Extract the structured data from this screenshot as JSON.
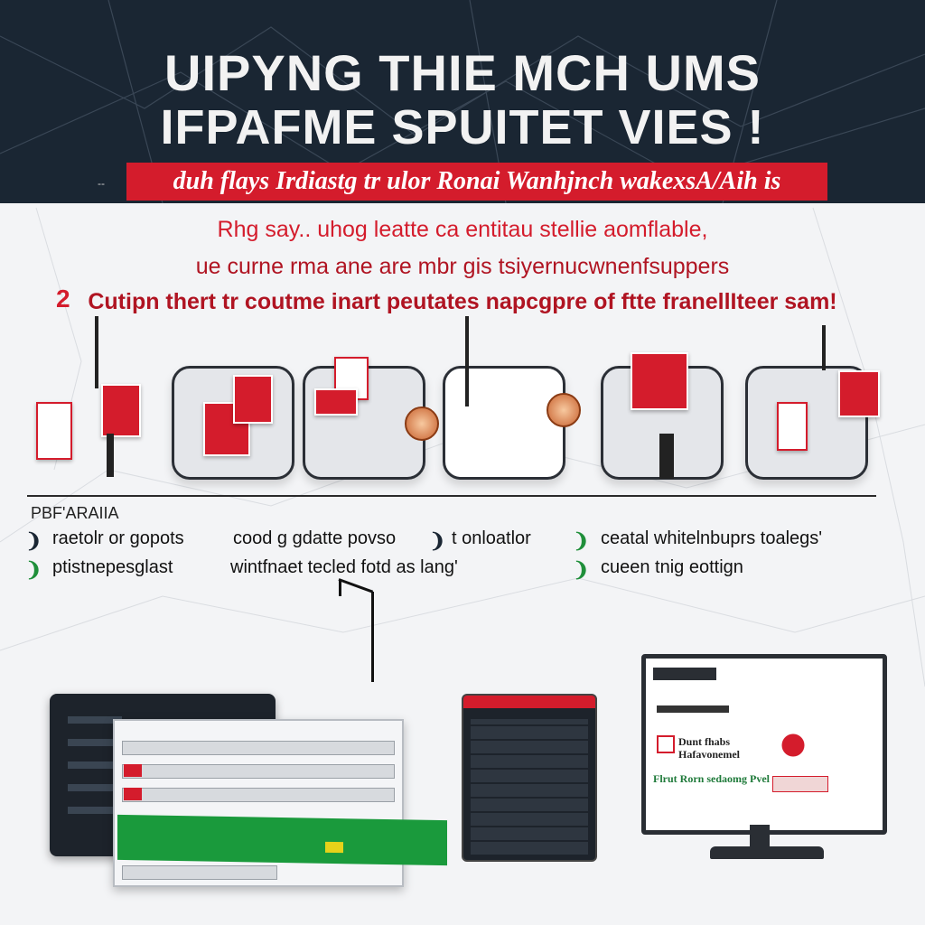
{
  "header": {
    "title_line1": "UIPYNG THIE MCH UMS",
    "title_line2": "IFPAFME SPUITET VIES !",
    "banner": "duh flays Irdiastg tr ulor Ronai Wanhjnch wakexsA/Aih is",
    "banner_marker": "‑‑"
  },
  "subtext": {
    "line1": "Rhg say.. uhog leatte ca entitau stellie aomflable,",
    "line2": "ue curne rma ane are mbr gis tsiyernucwnenfsuppers",
    "line3": "Cutipn thert tr coutme inart peutates napcgpre of ftte franellIteer sam!",
    "line3_marker": "2"
  },
  "info": {
    "section_label": "PBF'ARAIIA",
    "col1": [
      "raetolr or gopots",
      "ptistnepesglast"
    ],
    "col2": [
      "cood g gdatte povso",
      "wintfnaet tecled fotd as lang'"
    ],
    "col3": [
      "t onloatlor"
    ],
    "col4": [
      "ceatal whitelnbuprs toalegs'",
      "cueen tnig eottign"
    ]
  },
  "monitor": {
    "line1": "Dunt fhabs",
    "line2": "Hafavonemel",
    "line3": "Flrut Rorn sedaomg Pvel"
  },
  "colors": {
    "accent_red": "#d41c2c",
    "header_navy": "#1a2633",
    "accent_green": "#1a9a3c"
  }
}
